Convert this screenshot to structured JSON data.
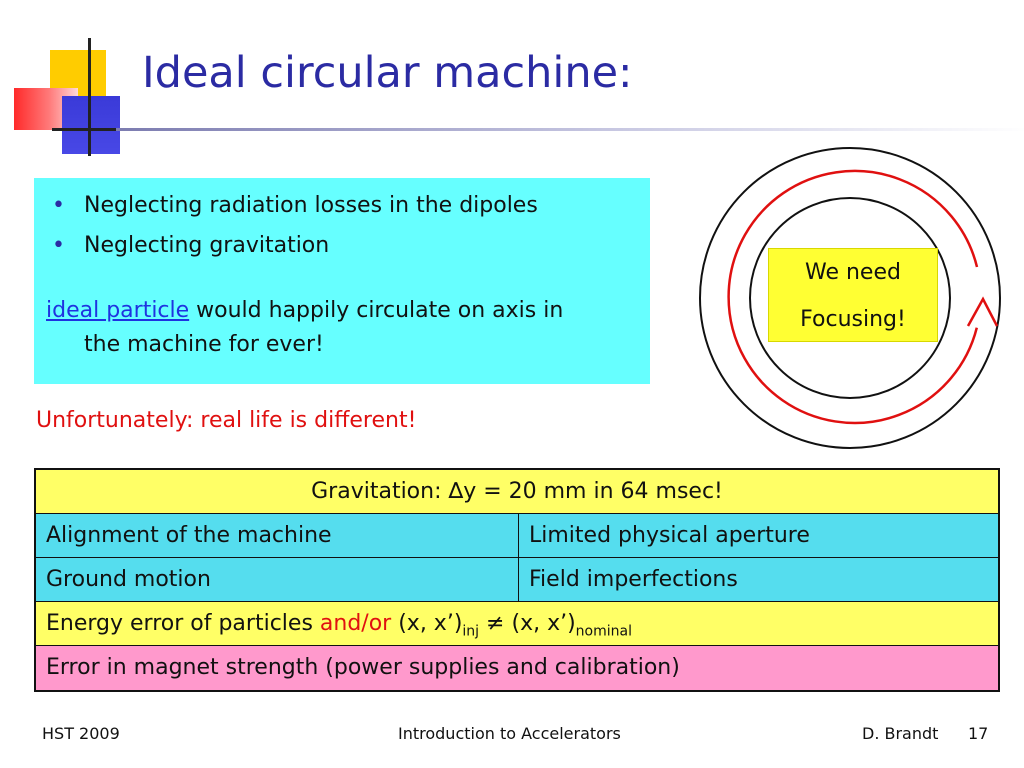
{
  "slide": {
    "title": "Ideal circular machine:",
    "bullets": [
      "Neglecting radiation losses in the dipoles",
      "Neglecting gravitation"
    ],
    "ideal_link": "ideal particle",
    "ideal_rest_line1": " would happily circulate on axis in",
    "ideal_rest_line2": "the machine for ever!",
    "unfortunately": "Unfortunately: real life is different!",
    "focus_box": {
      "line1": "We need",
      "line2": "Focusing!"
    },
    "table": {
      "gravitation": "Gravitation: ∆y = 20 mm in 64 msec!",
      "row2": {
        "left": "Alignment of the machine",
        "right": "Limited physical aperture"
      },
      "row3": {
        "left": "Ground motion",
        "right": "Field imperfections"
      },
      "energy": {
        "prefix": "Energy error of particles ",
        "andor": "and/or",
        "mid": " (x, x’)",
        "sub1": "inj",
        "neq": " ≠ (x, x’)",
        "sub2": "nominal"
      },
      "magnet": "Error in magnet strength (power supplies and calibration)"
    }
  },
  "footer": {
    "left": "HST 2009",
    "center": "Introduction to Accelerators",
    "author": "D. Brandt",
    "page": "17"
  },
  "colors": {
    "title": "#2b2ba3",
    "infobox": "#66ffff",
    "alert": "#e01010",
    "focus_box": "#ffff33",
    "table_yellow": "#ffff66",
    "table_cyan": "#55ddee",
    "table_pink": "#ff99cc",
    "ring_red": "#e01010"
  }
}
